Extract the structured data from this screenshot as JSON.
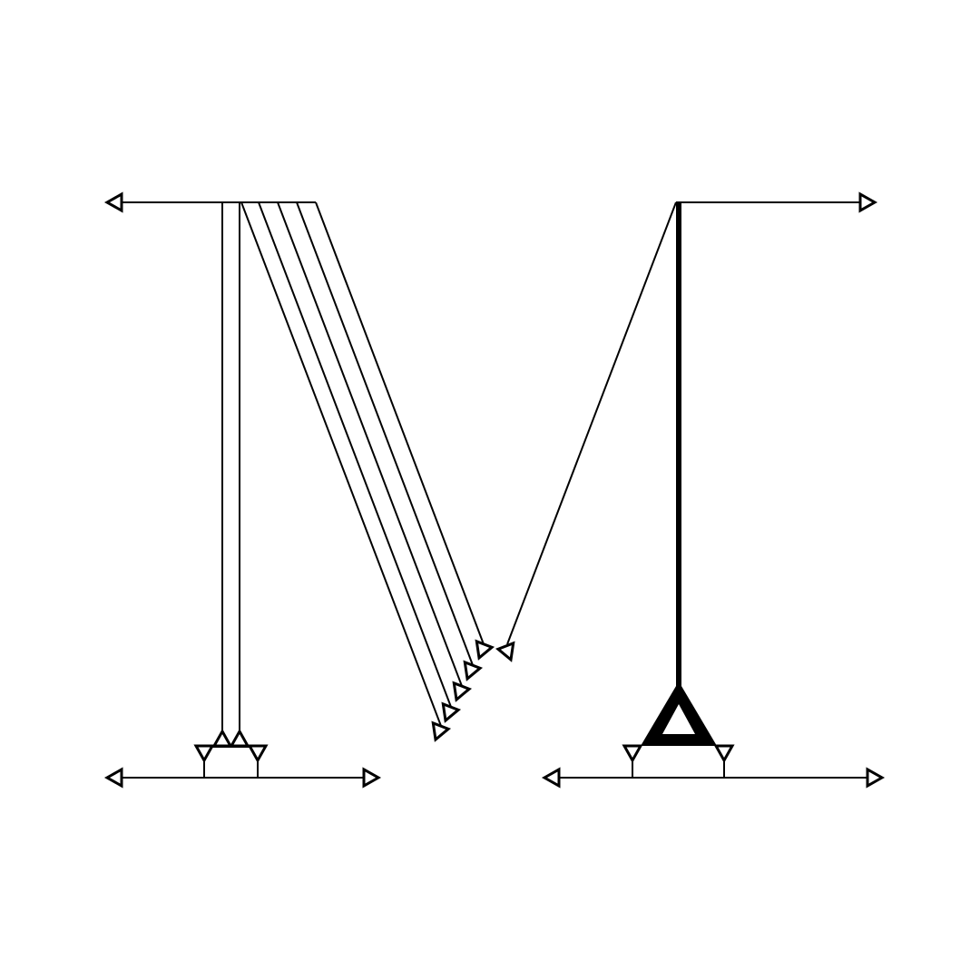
{
  "artwork": {
    "subject": "letter-m-line-drawing",
    "style": "monoline arrow-terminated strokes",
    "colors": {
      "background": "#ffffff",
      "ink": "#000000"
    },
    "icons": {
      "terminal": "hollow-triangle-arrowhead",
      "heavy-terminal": "heavy-hollow-triangle-arrowhead"
    }
  }
}
